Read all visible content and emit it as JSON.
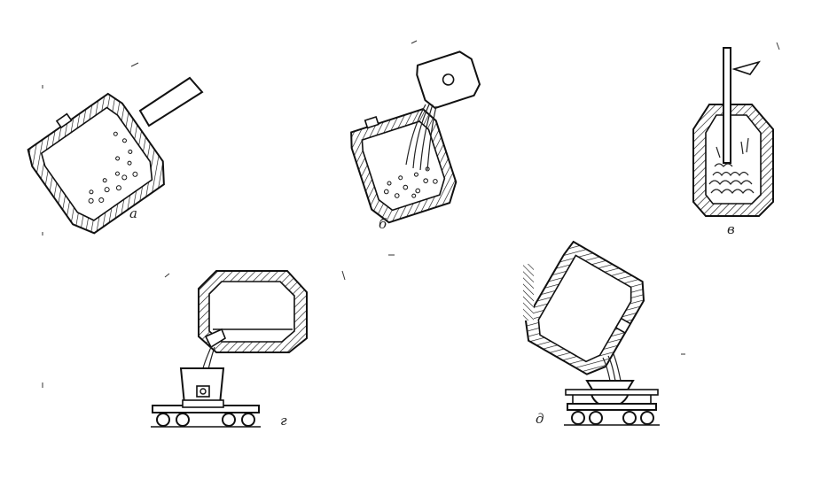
{
  "labels": {
    "a": "а",
    "b": "б",
    "v": "в",
    "g": "г",
    "d": "д"
  },
  "colors": {
    "ink": "#111111",
    "paper": "#ffffff"
  }
}
